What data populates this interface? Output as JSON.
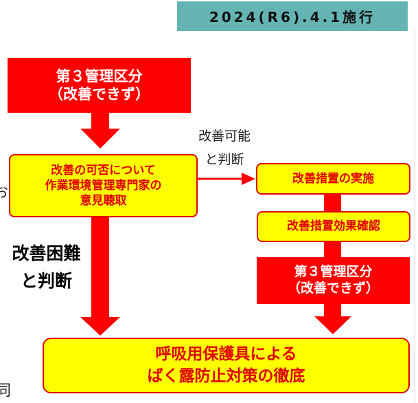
{
  "date_badge": "2024(R6).4.1施行",
  "boxes": {
    "category3_top": {
      "line1": "第３管理区分",
      "line2": "（改善できず）"
    },
    "opinion": {
      "line1": "改善の可否について",
      "line2": "作業環境管理専門家の",
      "line3": "意見聴取"
    },
    "improvement": "改善措置の実施",
    "effect_check": "改善措置効果確認",
    "category3_right": {
      "line1": "第３管理区分",
      "line2": "（改善できず）"
    },
    "final": {
      "line1": "呼吸用保護具による",
      "line2": "ばく露防止対策の徹底"
    }
  },
  "labels": {
    "possible_line1": "改善可能",
    "possible_line2": "と判断",
    "difficult_line1": "改善困難",
    "difficult_line2": "と判断"
  },
  "edge_fragments": {
    "left_char": "お",
    "bottom_left_char": "同"
  },
  "colors": {
    "red": "#ff0000",
    "yellow": "#ffff00",
    "badge_teal": "#64b4b4"
  }
}
